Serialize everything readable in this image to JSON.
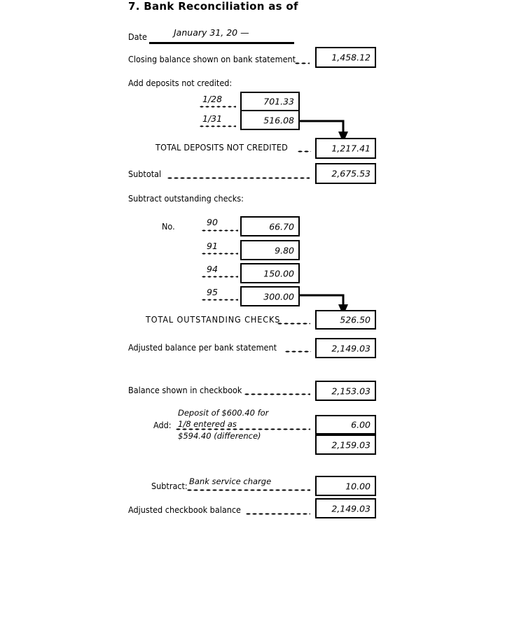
{
  "document": {
    "title": "7. Bank Reconciliation as of",
    "date_label": "Date",
    "date_value": "January 31, 20 —"
  },
  "bank_side": {
    "closing_balance_label": "Closing balance shown on bank statement",
    "closing_balance_value": "1,458.12",
    "deposits_header": "Add deposits not credited:",
    "deposits": [
      {
        "date": "1/28",
        "amount": "701.33"
      },
      {
        "date": "1/31",
        "amount": "516.08"
      }
    ],
    "total_deposits_label": "TOTAL DEPOSITS NOT CREDITED",
    "total_deposits_value": "1,217.41",
    "subtotal_label": "Subtotal",
    "subtotal_value": "2,675.53",
    "checks_header": "Subtract outstanding checks:",
    "checks_no_label": "No.",
    "checks": [
      {
        "number": "90",
        "amount": "66.70"
      },
      {
        "number": "91",
        "amount": "9.80"
      },
      {
        "number": "94",
        "amount": "150.00"
      },
      {
        "number": "95",
        "amount": "300.00"
      }
    ],
    "total_checks_label": "TOTAL OUTSTANDING CHECKS",
    "total_checks_value": "526.50",
    "adjusted_bank_label": "Adjusted balance per bank statement",
    "adjusted_bank_value": "2,149.03"
  },
  "checkbook_side": {
    "checkbook_balance_label": "Balance shown in checkbook",
    "checkbook_balance_value": "2,153.03",
    "add_label": "Add:",
    "add_note_line1": "Deposit of $600.40 for",
    "add_note_line2": "1/8 entered as",
    "add_note_line3": "$594.40 (difference)",
    "add_value": "6.00",
    "add_running_total": "2,159.03",
    "subtract_label": "Subtract:",
    "subtract_note": "Bank service charge",
    "subtract_value": "10.00",
    "adjusted_checkbook_label": "Adjusted checkbook balance",
    "adjusted_checkbook_value": "2,149.03"
  },
  "colors": {
    "ink": "#000000",
    "paper": "#ffffff"
  }
}
